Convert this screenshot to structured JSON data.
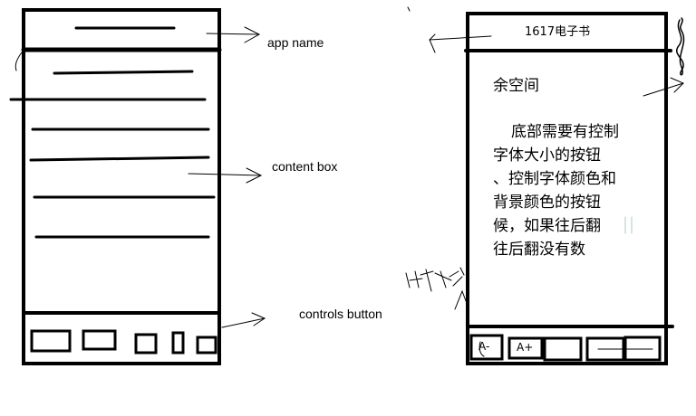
{
  "annotations": {
    "app_name": "app name",
    "content_box": "content box",
    "controls_button": "controls button"
  },
  "phone": {
    "title": "1617电子书",
    "content_lines": [
      "余空间",
      "底部需要有控制",
      "字体大小的按钮",
      "、控制字体颜色和",
      "背景颜色的按钮",
      "候，如果往后翻",
      "往后翻没有数"
    ],
    "buttons": [
      "A-",
      "A+"
    ]
  }
}
